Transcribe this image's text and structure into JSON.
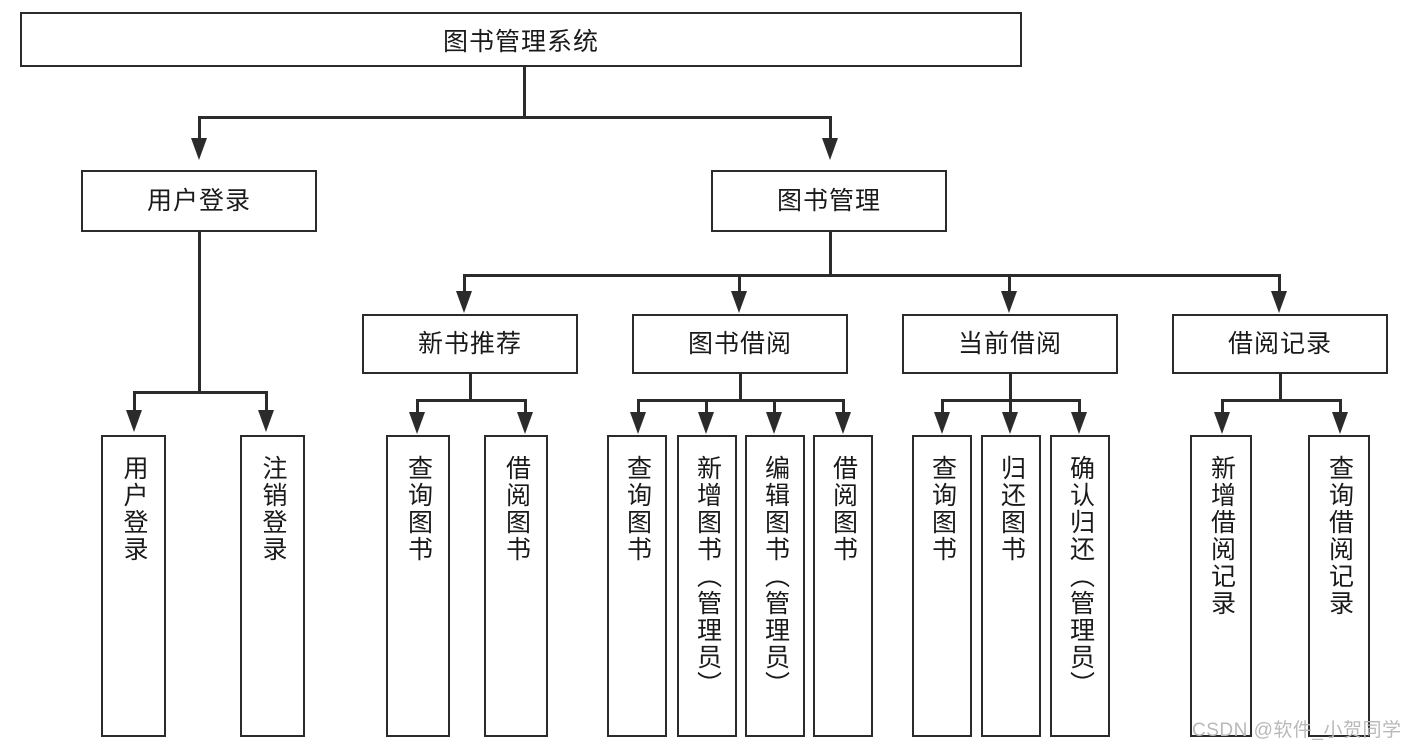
{
  "diagram": {
    "title": "图书管理系统",
    "root": {
      "label": "图书管理系统"
    },
    "level2": [
      {
        "label": "用户登录"
      },
      {
        "label": "图书管理"
      }
    ],
    "level3": [
      {
        "label": "新书推荐"
      },
      {
        "label": "图书借阅"
      },
      {
        "label": "当前借阅"
      },
      {
        "label": "借阅记录"
      }
    ],
    "leaves": [
      {
        "label": "用户登录",
        "parent": "用户登录"
      },
      {
        "label": "注销登录",
        "parent": "用户登录"
      },
      {
        "label": "查询图书",
        "parent": "新书推荐"
      },
      {
        "label": "借阅图书",
        "parent": "新书推荐"
      },
      {
        "label": "查询图书",
        "parent": "图书借阅"
      },
      {
        "label": "新增图书（管理员）",
        "parent": "图书借阅"
      },
      {
        "label": "编辑图书（管理员）",
        "parent": "图书借阅"
      },
      {
        "label": "借阅图书",
        "parent": "图书借阅"
      },
      {
        "label": "查询图书",
        "parent": "当前借阅"
      },
      {
        "label": "归还图书",
        "parent": "当前借阅"
      },
      {
        "label": "确认归还（管理员）",
        "parent": "当前借阅"
      },
      {
        "label": "新增借阅记录",
        "parent": "借阅记录"
      },
      {
        "label": "查询借阅记录",
        "parent": "借阅记录"
      }
    ]
  },
  "watermark": {
    "text": "CSDN @软件_小贺同学"
  },
  "colors": {
    "stroke": "#2b2b2b",
    "background": "#ffffff",
    "text": "#1a1a1a",
    "watermark": "#b9b9b9"
  }
}
